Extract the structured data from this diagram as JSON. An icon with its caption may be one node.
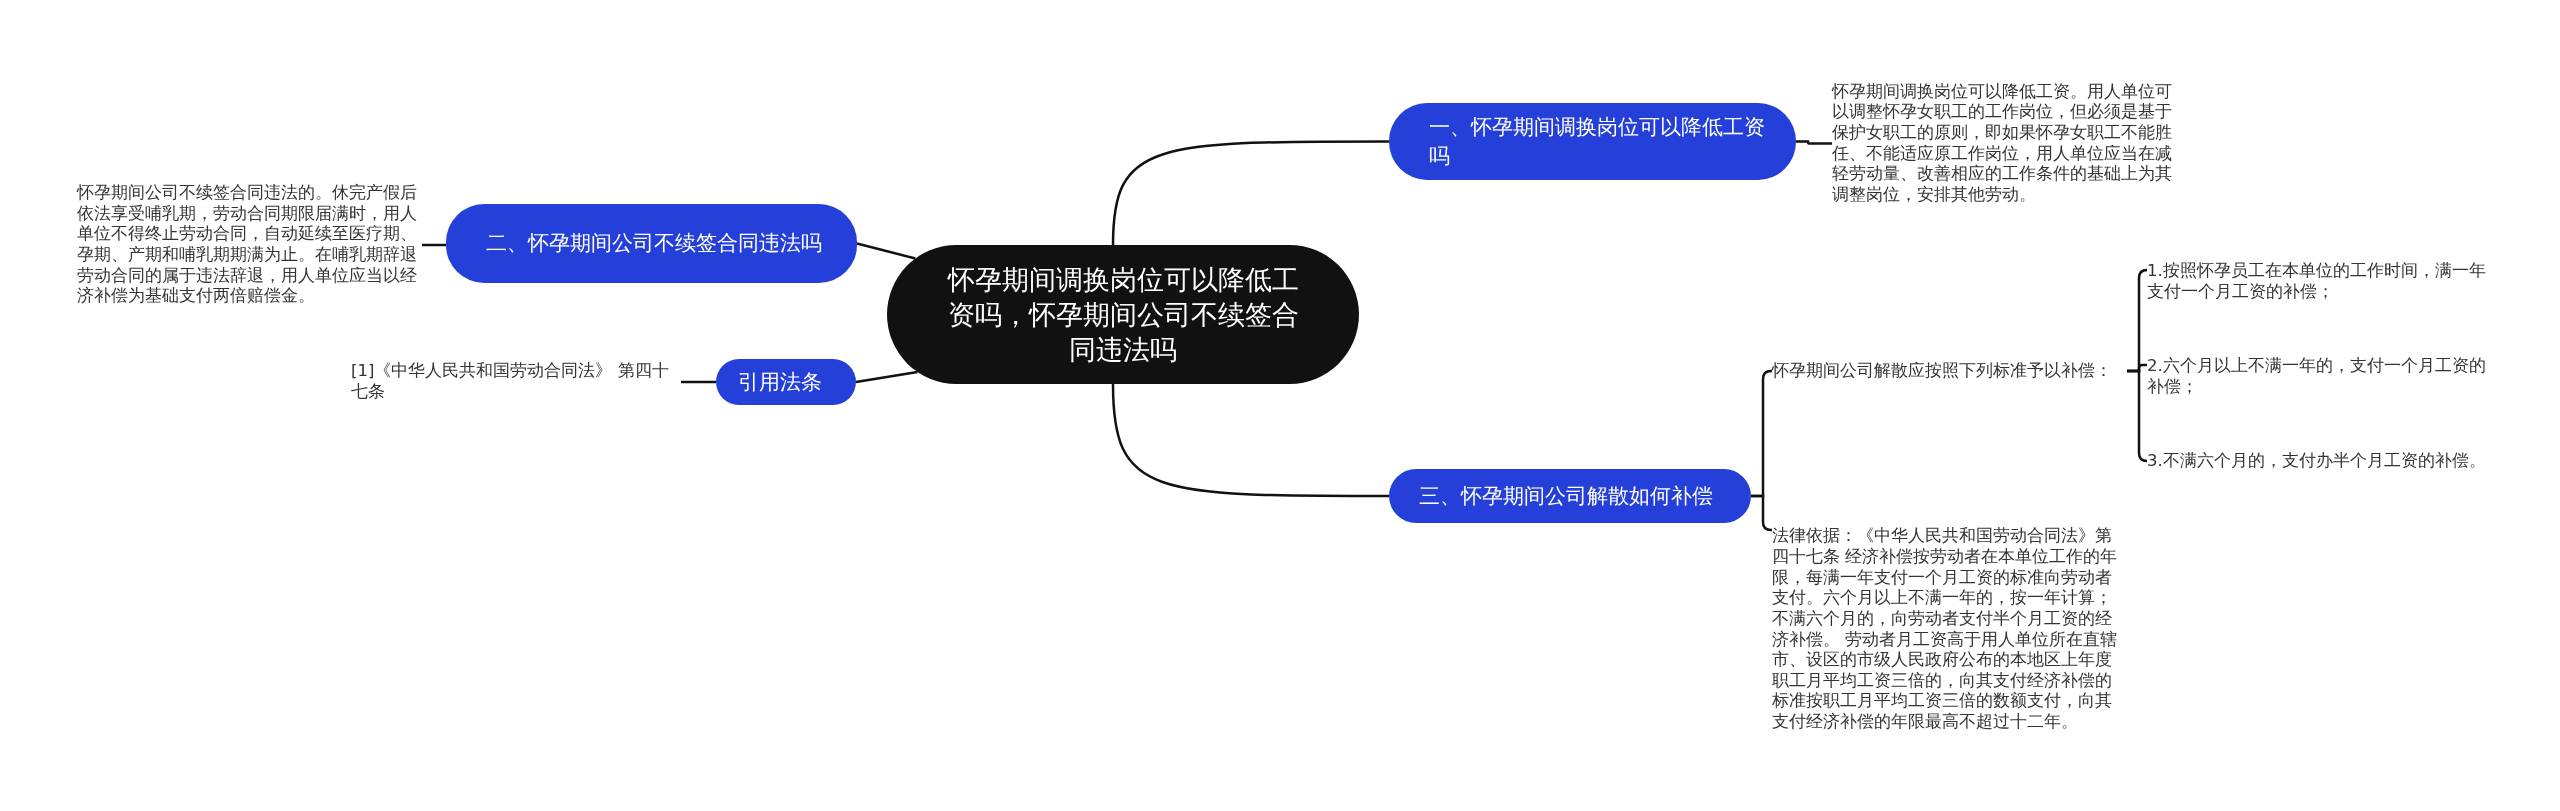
{
  "diagram": {
    "nodes": [
      {
        "text": [
          "怀孕期间调换岗位可以降低工资吗，怀孕期间公司不续签合同违法吗"
        ]
      },
      {
        "text": [
          "一、怀孕期间调换岗位可以降低工资吗"
        ]
      },
      {
        "text": [
          "怀孕期间调换岗位可以降低工资。用人单位可以调整怀孕女职工的工作岗位，但必须是基于保护女职工的原则，即如果怀孕女职工不能胜任、不能适应原工作岗位，用人单位应当在减轻劳动量、改善相应的工作条件的基础上为其调整岗位，安排其他劳动。"
        ]
      },
      {
        "text": [
          "二、怀孕期间公司不续签合同违法吗"
        ]
      },
      {
        "text": [
          "怀孕期间公司不续签合同违法的。休完产假后依法享受哺乳期，劳动合同期限届满时，用人单位不得终止劳动合同，自动延续至医疗期、孕期、产期和哺乳期期满为止。在哺乳期辞退劳动合同的属于违法辞退，用人单位应当以经济补偿为基础支付两倍赔偿金。"
        ]
      },
      {
        "text": [
          "引用法条"
        ]
      },
      {
        "text": [
          "[1]《中华人民共和国劳动合同法》 第四十七条"
        ]
      },
      {
        "text": [
          "三、怀孕期间公司解散如何补偿"
        ]
      },
      {
        "text": [
          "怀孕期间公司解散应按照下列标准予以补偿："
        ]
      },
      {
        "text": [
          "1.按照怀孕员工在本单位的工作时间，满一年支付一个月工资的补偿；"
        ]
      },
      {
        "text": [
          "2.六个月以上不满一年的，支付一个月工资的补偿；"
        ]
      },
      {
        "text": [
          "3.不满六个月的，支付办半个月工资的补偿。"
        ]
      },
      {
        "text": [
          "法律依据：《中华人民共和国劳动合同法》第四十七条 经济补偿按劳动者在本单位工作的年限，每满一年支付一个月工资的标准向劳动者支付。六个月以上不满一年的，按一年计算；不满六个月的，向劳动者支付半个月工资的经济补偿。 劳动者月工资高于用人单位所在直辖市、设区的市级人民政府公布的本地区上年度职工月平均工资三倍的，向其支付经济补偿的标准按职工月平均工资三倍的数额支付，向其支付经济补偿的年限最高不超过十二年。"
        ]
      }
    ],
    "edges": [
      {
        "from": 0,
        "to": 1,
        "arrow": "none"
      },
      {
        "from": 1,
        "to": 2,
        "arrow": "none"
      },
      {
        "from": 0,
        "to": 3,
        "arrow": "none"
      },
      {
        "from": 3,
        "to": 4,
        "arrow": "none"
      },
      {
        "from": 0,
        "to": 5,
        "arrow": "none"
      },
      {
        "from": 5,
        "to": 6,
        "arrow": "none"
      },
      {
        "from": 0,
        "to": 7,
        "arrow": "none"
      },
      {
        "from": 7,
        "to": 8,
        "arrow": "none"
      },
      {
        "from": 8,
        "to": 9,
        "arrow": "none"
      },
      {
        "from": 8,
        "to": 10,
        "arrow": "none"
      },
      {
        "from": 8,
        "to": 11,
        "arrow": "none"
      },
      {
        "from": 7,
        "to": 12,
        "arrow": "none"
      }
    ]
  }
}
